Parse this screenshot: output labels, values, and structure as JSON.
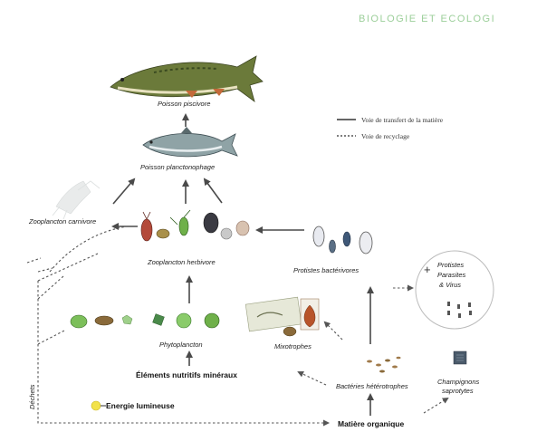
{
  "header": {
    "title": "BIOLOGIE ET ECOLOGI"
  },
  "legend": {
    "transfer": "Voie de transfert de la matière",
    "recycling": "Voie de recyclage"
  },
  "labels": {
    "poisson_piscivore": "Poisson piscivore",
    "poisson_planctonophage": "Poisson planctonophage",
    "zooplancton_carnivore": "Zooplancton carnivore",
    "zooplancton_herbivore": "Zooplancton herbivore",
    "protistes_bacterivores": "Protistes bactérivores",
    "protistes_parasites_line1": "Protistes",
    "protistes_parasites_line2": "Parasites",
    "protistes_parasites_line3": "& Virus",
    "phytoplancton": "Phytoplancton",
    "mixotrophes": "Mixotrophes",
    "elements_nutritifs": "Éléments nutritifs minéraux",
    "energie_lumineuse": "Energie lumineuse",
    "bacteries": "Bactéries hétérotrophes",
    "champignons_line1": "Champignons",
    "champignons_line2": "saprotytes",
    "matiere_organique": "Matière organique",
    "dechets": "Déchets",
    "plus_sign": "+"
  }
}
